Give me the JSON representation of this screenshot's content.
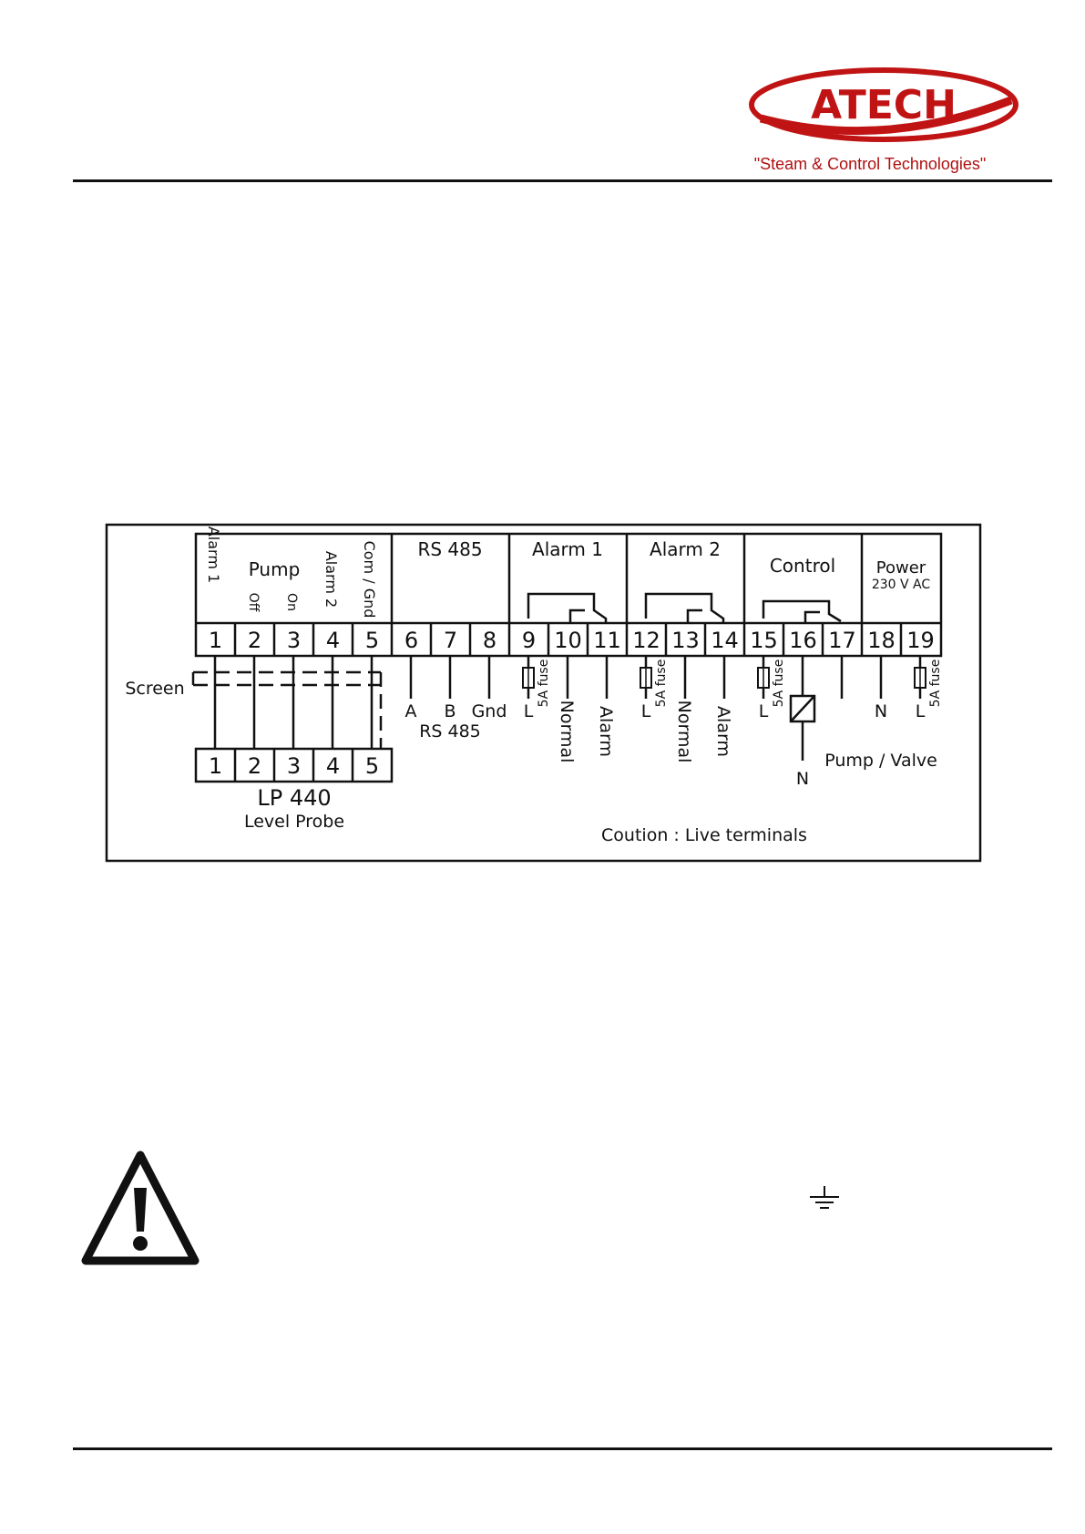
{
  "brand": {
    "name": "ATECH",
    "tagline": "\"Steam & Control Technologies\"",
    "colors": {
      "primary": "#c01414"
    }
  },
  "diagram": {
    "groups": {
      "rs485": "RS 485",
      "alarm1": "Alarm 1",
      "alarm2": "Alarm 2",
      "control": "Control",
      "power": "Power",
      "power_sub": "230 V AC",
      "pump": "Pump"
    },
    "vertical_labels": {
      "alarm1": "Alarm 1",
      "off": "Off",
      "on": "On",
      "alarm2": "Alarm 2",
      "com_gnd": "Com / Gnd"
    },
    "terminals": [
      "1",
      "2",
      "3",
      "4",
      "5",
      "6",
      "7",
      "8",
      "9",
      "10",
      "11",
      "12",
      "13",
      "14",
      "15",
      "16",
      "17",
      "18",
      "19"
    ],
    "wire_labels": {
      "a": "A",
      "b": "B",
      "gnd": "Gnd",
      "rs485": "RS 485",
      "l9": "L",
      "l12": "L",
      "l15": "L",
      "n18": "N",
      "l19": "L",
      "normal": "Normal",
      "alarm": "Alarm",
      "fuse": "5A fuse",
      "pump_valve": "Pump / Valve",
      "n_load": "N"
    },
    "screen": "Screen",
    "probe": {
      "terminals": [
        "1",
        "2",
        "3",
        "4",
        "5"
      ],
      "model": "LP 440",
      "name": "Level Probe"
    },
    "caution": "Coution : Live terminals"
  },
  "icons": {
    "warning": "warning-triangle-icon",
    "earth": "earth-ground-icon"
  }
}
